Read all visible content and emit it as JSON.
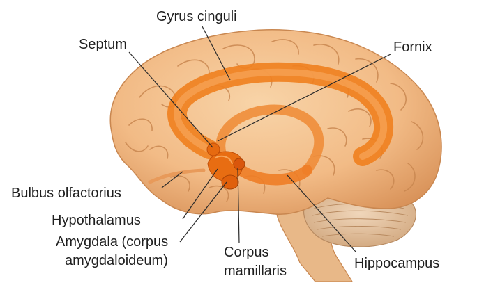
{
  "labels": {
    "gyrus_cinguli": "Gyrus cinguli",
    "septum": "Septum",
    "fornix": "Fornix",
    "bulbus_olfactorius": "Bulbus olfactorius",
    "hypothalamus": "Hypothalamus",
    "amygdala_line1": "Amygdala (corpus",
    "amygdala_line2": "amygdaloideum)",
    "corpus_line1": "Corpus",
    "corpus_line2": "mamillaris",
    "hippocampus": "Hippocampus"
  },
  "colors": {
    "background": "#ffffff",
    "brain_tissue": "#f2bb86",
    "gyri_lines": "#c98750",
    "limbic_system": "#f07f1e",
    "limbic_dark": "#d9560c",
    "cerebellum": "#e9c7a3",
    "label_text": "#1f1f1f",
    "leader_lines": "#2a2a2a"
  }
}
